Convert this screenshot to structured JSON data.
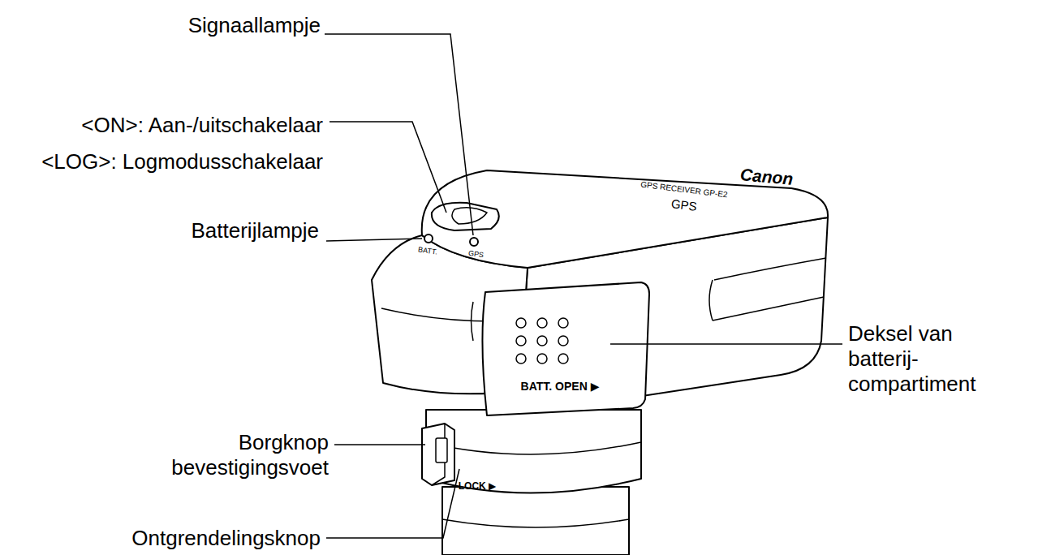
{
  "diagram": {
    "labels": [
      "Signaallampje",
      "<ON>: Aan-/uitschakelaar",
      "<LOG>: Logmodusschakelaar",
      "Batterijlampje",
      "Canon",
      "GPS RECEIVER GP-E2",
      "GPS",
      "BATT.",
      "GPS",
      "Deksel van batterij- compartiment",
      "BATT. OPEN ▶",
      "LOCK ▶",
      "Borgknop bevestigingsvoet",
      "Ontgrendelingsknop"
    ]
  }
}
